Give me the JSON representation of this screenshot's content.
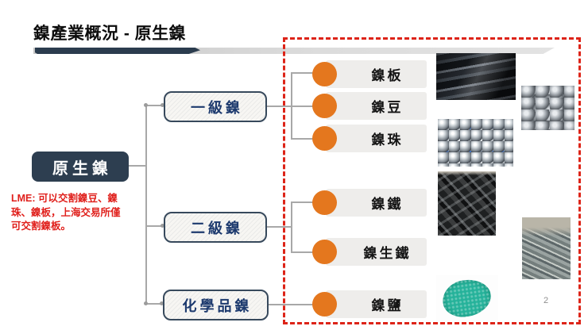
{
  "slide": {
    "title": "鎳產業概況 - 原生鎳",
    "note": "LME: 可以交割鎳豆、鎳珠、鎳板，上海交易所僅可交割鎳板。",
    "page_number": "2"
  },
  "tree": {
    "root_label": "原生鎳",
    "branches": [
      {
        "label": "一級鎳",
        "children": [
          {
            "label": "鎳板"
          },
          {
            "label": "鎳豆"
          },
          {
            "label": "鎳珠"
          }
        ]
      },
      {
        "label": "二級鎳",
        "children": [
          {
            "label": "鎳鐵"
          },
          {
            "label": "鎳生鐵"
          }
        ]
      },
      {
        "label": "化學品鎳",
        "children": [
          {
            "label": "鎳鹽"
          }
        ]
      }
    ]
  },
  "photos": [
    {
      "name": "nickel-plate-photo",
      "depicts": "鎳板"
    },
    {
      "name": "nickel-briquette-photo",
      "depicts": "鎳豆"
    },
    {
      "name": "nickel-pellet-photo",
      "depicts": "鎳珠"
    },
    {
      "name": "ferronickel-photo",
      "depicts": "鎳鐵"
    },
    {
      "name": "nickel-pig-iron-photo",
      "depicts": "鎳生鐵"
    },
    {
      "name": "nickel-salt-photo",
      "depicts": "鎳鹽"
    }
  ],
  "colors": {
    "accent_orange": "#E4771E",
    "navy": "#2D3E50",
    "frame_red": "#DD2418",
    "note_red": "#E0201C",
    "connector_gray": "#A8A8A8",
    "label_bar_gray": "#EEEDEB",
    "category_text_navy": "#1D3A6E"
  }
}
